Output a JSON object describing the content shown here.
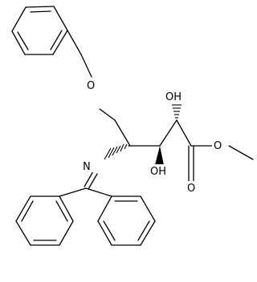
{
  "diagram": {
    "type": "chemical-structure",
    "atoms": {
      "ether_oxygen": "O",
      "imine_nitrogen": "N",
      "ester_alkoxy_oxygen": "O",
      "carbonyl_oxygen": "O",
      "hydroxyl_upper": "OH",
      "hydroxyl_lower": "OH"
    },
    "colors": {
      "bond": "#000000",
      "background": "#ffffff"
    }
  }
}
